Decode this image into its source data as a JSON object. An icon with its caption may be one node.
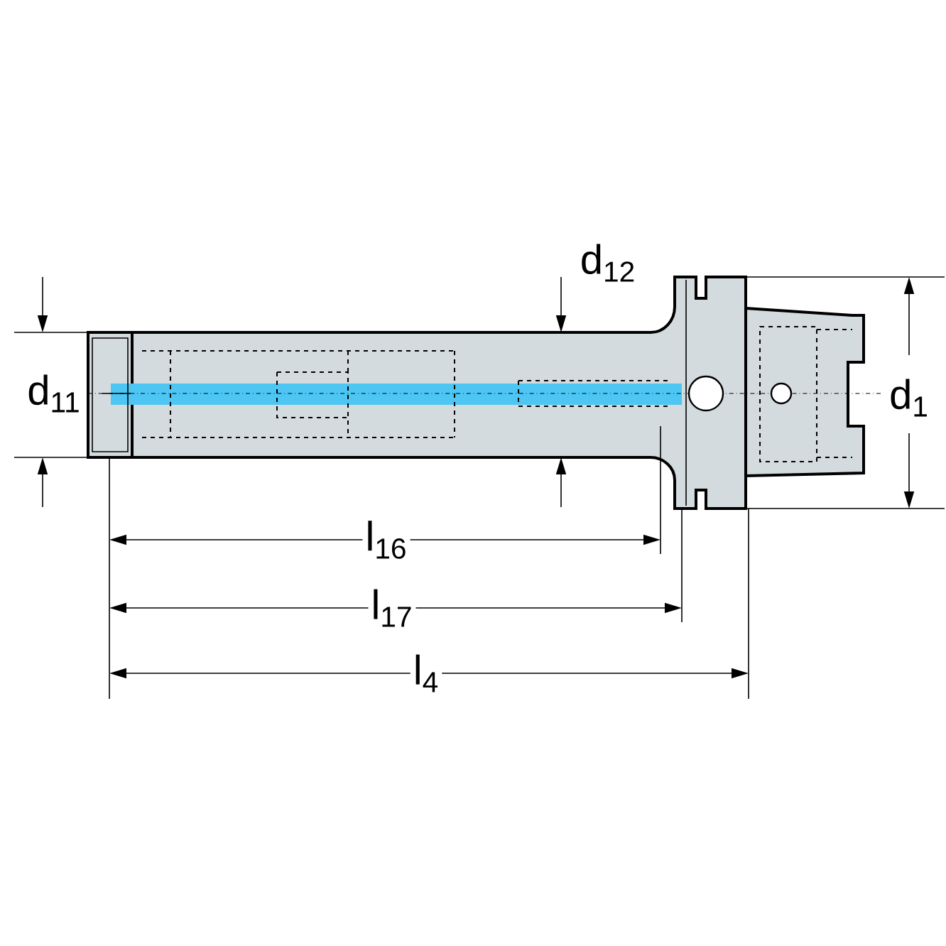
{
  "diagram": {
    "labels": [
      "d$_{11}$",
      "d$_{12}$",
      "d$_{1}$",
      "l$_{16}$",
      "l$_{17}$",
      "l$_{4}$"
    ]
  }
}
